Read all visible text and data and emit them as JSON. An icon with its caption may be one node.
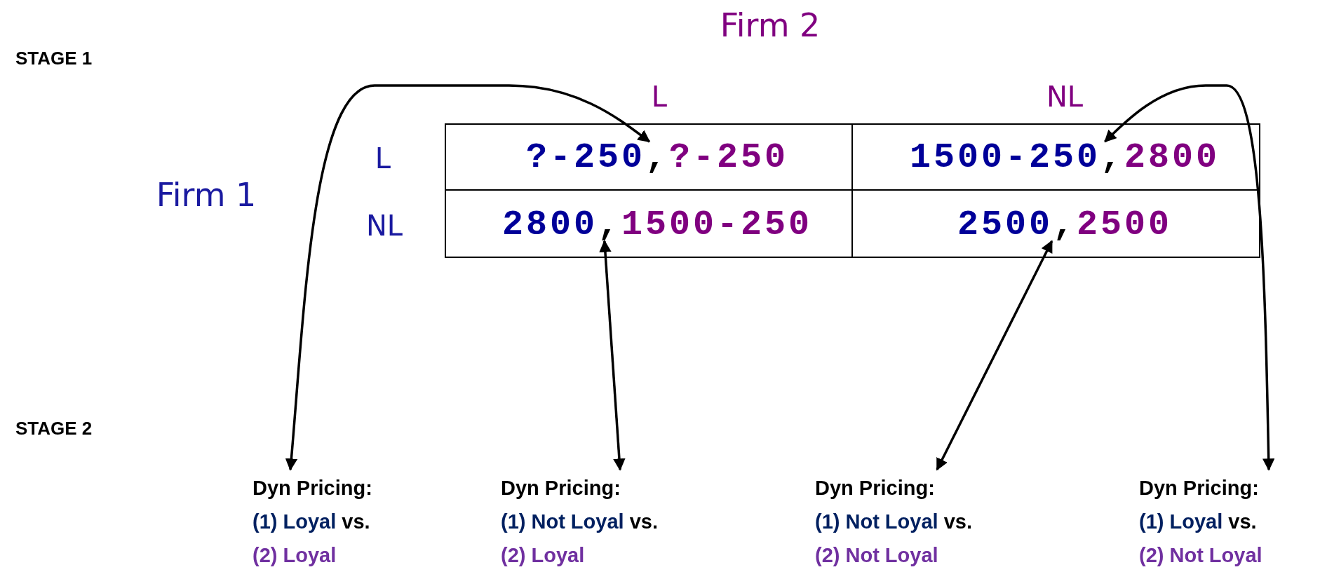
{
  "diagram": {
    "nodes": [
      {
        "text": [
          "?-250",
          ",",
          "?-250"
        ]
      },
      {
        "text": [
          "1500-250",
          ",",
          "2800"
        ]
      },
      {
        "text": [
          "2800",
          ",",
          "1500-250"
        ]
      },
      {
        "text": [
          "2500",
          ",",
          "2500"
        ]
      },
      {
        "text": [
          "Dyn Pricing:",
          "(1) Loyal",
          "vs.",
          "(2) Loyal"
        ]
      },
      {
        "text": [
          "Dyn Pricing:",
          "(1) Not Loyal",
          "vs.",
          "(2) Loyal"
        ]
      },
      {
        "text": [
          "Dyn Pricing:",
          "(1) Not Loyal",
          "vs.",
          "(2) Not Loyal"
        ]
      },
      {
        "text": [
          "Dyn Pricing:",
          "(1) Loyal",
          "vs.",
          "(2) Not Loyal"
        ]
      }
    ],
    "edges": [
      {
        "from": 4,
        "to": 0,
        "arrow": "both"
      },
      {
        "from": 5,
        "to": 2,
        "arrow": "both"
      },
      {
        "from": 6,
        "to": 3,
        "arrow": "both"
      },
      {
        "from": 7,
        "to": 1,
        "arrow": "both"
      }
    ],
    "labels": [
      "STAGE 1",
      "Firm 2",
      "L",
      "NL",
      "L",
      "Firm 1",
      "NL",
      "STAGE 2"
    ]
  }
}
